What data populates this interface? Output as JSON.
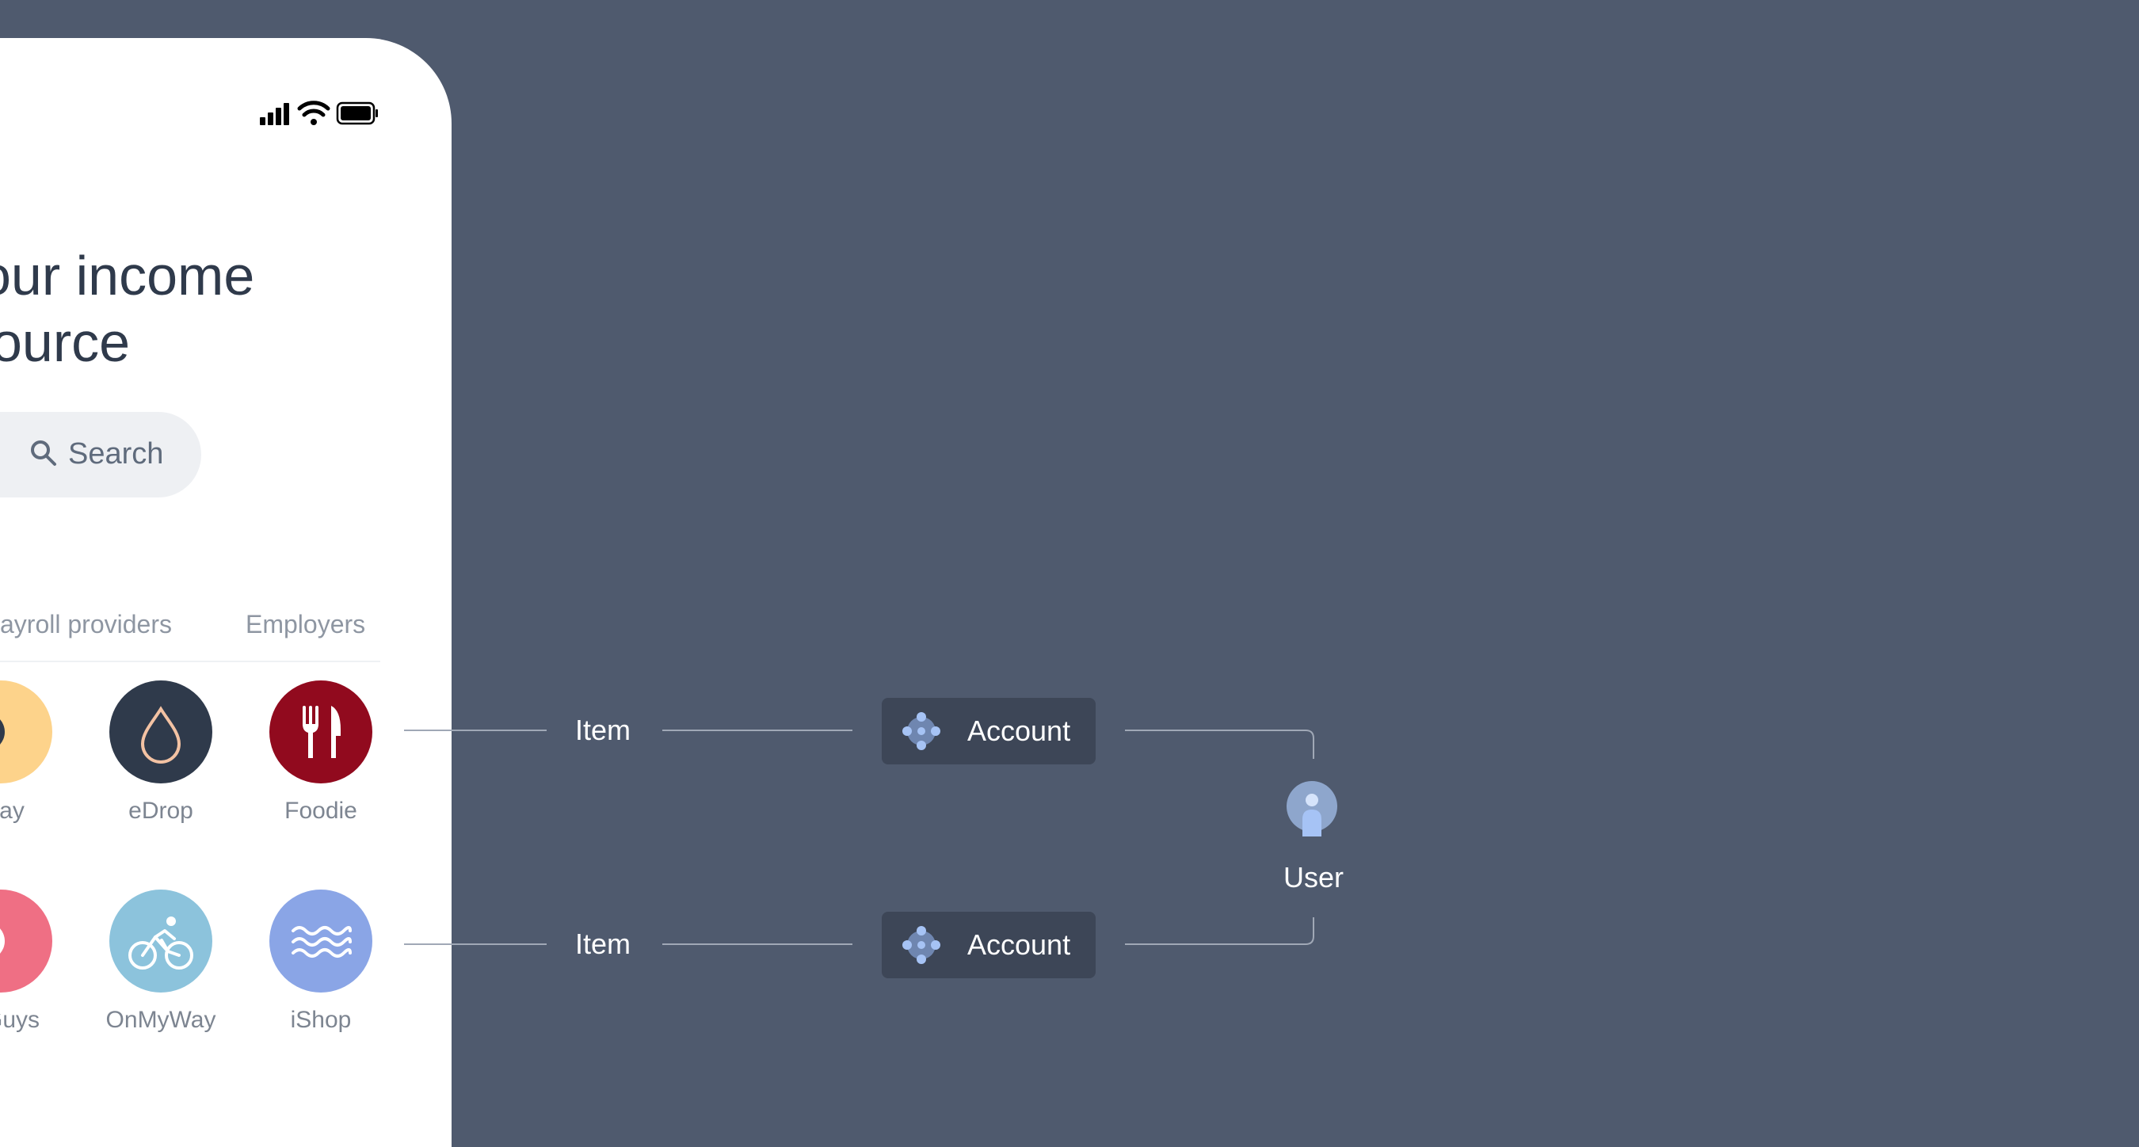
{
  "phone": {
    "heading_line1": "your income",
    "heading_line2": "source",
    "search_label": "Search",
    "tabs": [
      "ayroll providers",
      "Employers"
    ],
    "apps": [
      {
        "label": "Pay",
        "icon": "smile-icon",
        "color": "#fdd38b"
      },
      {
        "label": "eDrop",
        "icon": "drop-icon",
        "color": "#2f3a4b"
      },
      {
        "label": "Foodie",
        "icon": "fork-knife-icon",
        "color": "#910a1e"
      },
      {
        "label": "Guys",
        "icon": "smile-icon",
        "color": "#ef6f84"
      },
      {
        "label": "OnMyWay",
        "icon": "bicycle-icon",
        "color": "#8cc3dc"
      },
      {
        "label": "iShop",
        "icon": "waves-icon",
        "color": "#8aa5e6"
      }
    ]
  },
  "diagram": {
    "item_label": "Item",
    "account_label": "Account",
    "user_label": "User",
    "colors": {
      "background": "#4f5a6e",
      "account_box": "#3d4657",
      "connector": "#a0a8b6",
      "node_icon": "#a6c3f5"
    }
  }
}
